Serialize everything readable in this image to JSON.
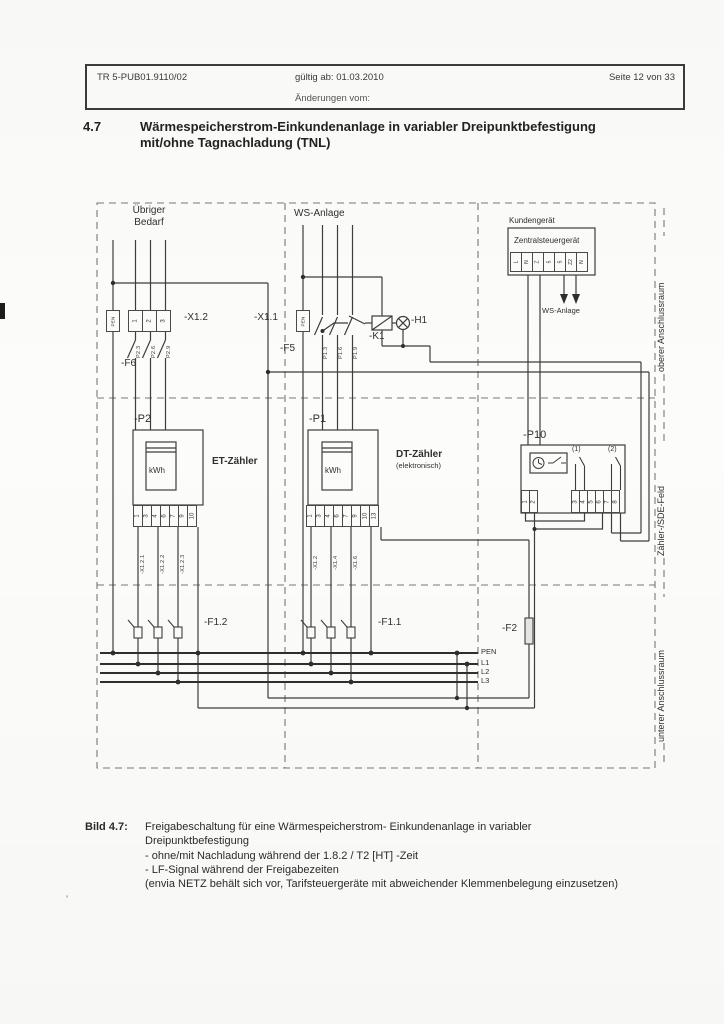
{
  "header": {
    "doc_id": "TR 5-PUB01.9110/02",
    "valid_from": "gültig ab: 01.03.2010",
    "page_info": "Seite 12 von 33",
    "changes_label": "Änderungen vom:"
  },
  "section": {
    "number": "4.7",
    "title_line1": "Wärmespeicherstrom-Einkundenanlage in variabler Dreipunktbefestigung",
    "title_line2": "mit/ohne Tagnachladung (TNL)"
  },
  "diagram": {
    "zone_labels": {
      "top": "oberer Anschlussraum",
      "middle": "Zähler-/SDE-Feld",
      "bottom": "unterer Anschlussraum"
    },
    "area_labels": {
      "uebriger_bedarf_line1": "Übriger",
      "uebriger_bedarf_line2": "Bedarf",
      "ws_anlage": "WS-Anlage",
      "kundengeraet": "Kundengerät",
      "zentralsteuergeraet": "Zentralsteuergerät",
      "ws_anlage_arrow": "WS-Anlage"
    },
    "component_labels": {
      "x12": "-X1.2",
      "x11": "-X1.1",
      "f6": "-F6",
      "f5": "-F5",
      "k1": "-K1",
      "h1": "-H1",
      "p2": "-P2",
      "p1": "-P1",
      "p10": "-P10",
      "f12": "-F1.2",
      "f11": "-F1.1",
      "f2": "-F2",
      "et_zaehler": "ET-Zähler",
      "dt_zaehler": "DT-Zähler",
      "dt_zaehler_sub": "(elektronisch)",
      "kwh_p2": "kWh",
      "kwh_p1": "kWh",
      "contact1": "(1)",
      "contact2": "(2)"
    },
    "bus_labels": {
      "pen": "PEN",
      "l1": "L1",
      "l2": "L2",
      "l3": "L3"
    },
    "pen_terminal": "PEN",
    "x12_terminals": [
      "1",
      "2",
      "3"
    ],
    "zsg_terminals": [
      "L",
      "N",
      "Z",
      "5",
      "5",
      "Z2",
      "N"
    ],
    "f6_wire_labels": [
      "P2.3",
      "P2.6",
      "P2.9"
    ],
    "f5_wire_labels": [
      "P1.3",
      "P1.6",
      "P1.9"
    ],
    "p2_terminals": [
      "1",
      "3",
      "4",
      "6",
      "7",
      "9",
      "10"
    ],
    "p1_terminals": [
      "1",
      "3",
      "4",
      "6",
      "7",
      "9",
      "10",
      "13"
    ],
    "p2_wire_labels": [
      "-X1.2.1",
      "-X1.2.2",
      "-X1.2.3"
    ],
    "p1_wire_labels": [
      "-X1.2",
      "-X1.4",
      "-X1.6"
    ],
    "p10_terminals_left": [
      "1",
      "2"
    ],
    "p10_terminals_right": [
      "3",
      "4",
      "5",
      "6",
      "7",
      "8"
    ]
  },
  "caption": {
    "label": "Bild 4.7:",
    "line1": "Freigabeschaltung für eine Wärmespeicherstrom- Einkundenanlage in variabler",
    "line2": "Dreipunktbefestigung",
    "line3": "- ohne/mit Nachladung während der 1.8.2 / T2 [HT] -Zeit",
    "line4": "- LF-Signal während der Freigabezeiten",
    "line5": "(envia NETZ behält sich vor, Tarifsteuergeräte mit abweichender Klemmenbelegung einzusetzen)"
  }
}
